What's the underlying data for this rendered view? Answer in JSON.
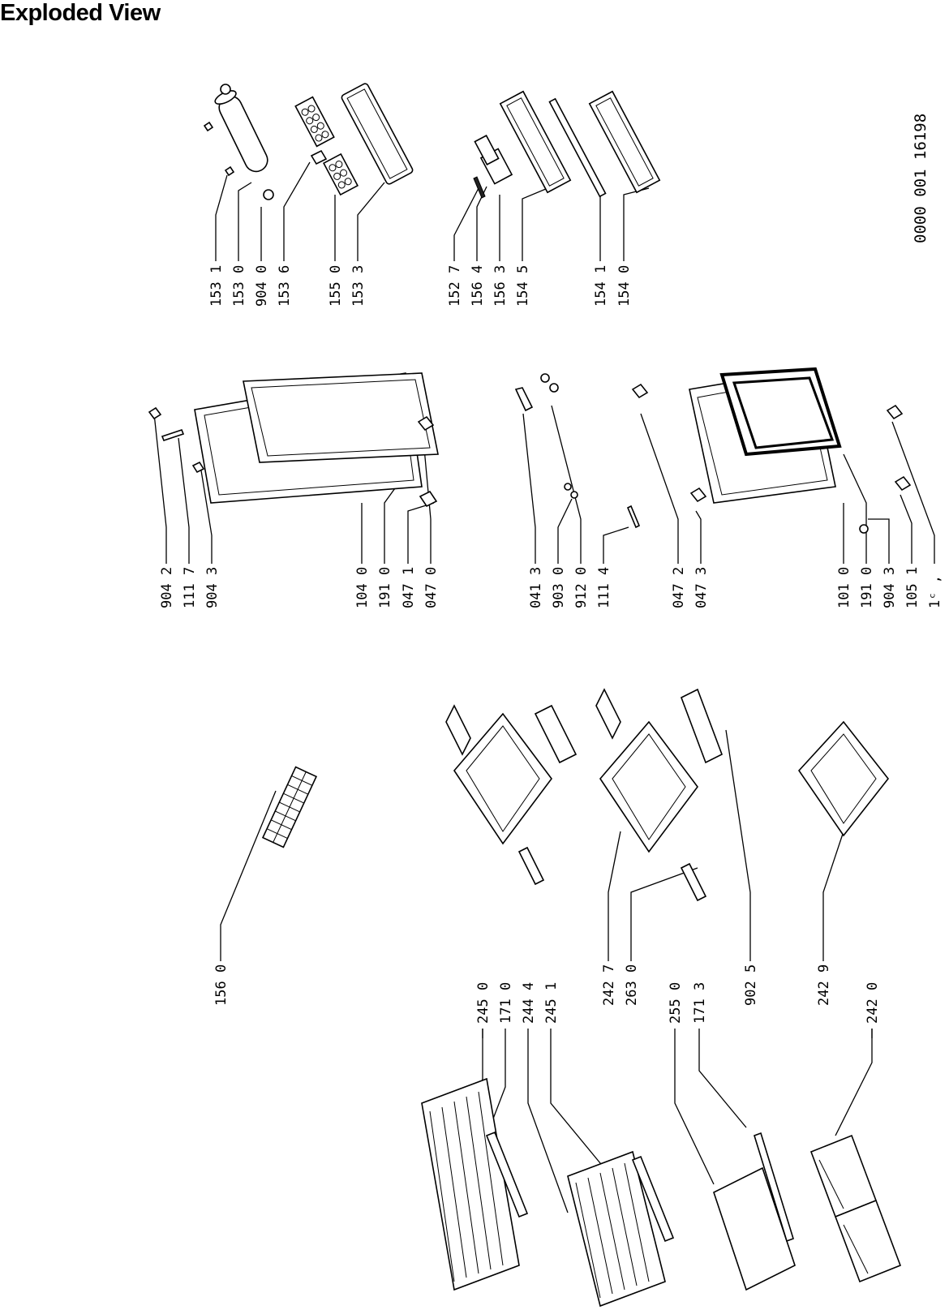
{
  "title": "Exploded View",
  "document_number": "0000 001 16198",
  "labels": {
    "l1531": "153 1",
    "l1530": "153 0",
    "l9040": "904 0",
    "l1536": "153 6",
    "l1550": "155 0",
    "l1533": "153 3",
    "l1527": "152 7",
    "l1564": "156 4",
    "l1563": "156 3",
    "l1545": "154 5",
    "l1541": "154 1",
    "l1540": "154 0",
    "l9042": "904 2",
    "l1117": "111 7",
    "l9043a": "904 3",
    "l1040": "104 0",
    "l1910a": "191 0",
    "l0471": "047 1",
    "l0470": "047 0",
    "l0413": "041 3",
    "l9030": "903 0",
    "l9120": "912 0",
    "l1114": "111 4",
    "l0472": "047 2",
    "l0473": "047 3",
    "l1010": "101 0",
    "l1910b": "191 0",
    "l9043b": "904 3",
    "l1051": "105 1",
    "l1cut": "1ᶜ ,",
    "l1560": "156 0",
    "l2450": "245 0",
    "l1710": "171 0",
    "l2444": "244 4",
    "l2451": "245 1",
    "l2427": "242 7",
    "l2630": "263 0",
    "l2550": "255 0",
    "l1713": "171 3",
    "l9025": "902 5",
    "l2429": "242 9",
    "l2420": "242 0"
  }
}
